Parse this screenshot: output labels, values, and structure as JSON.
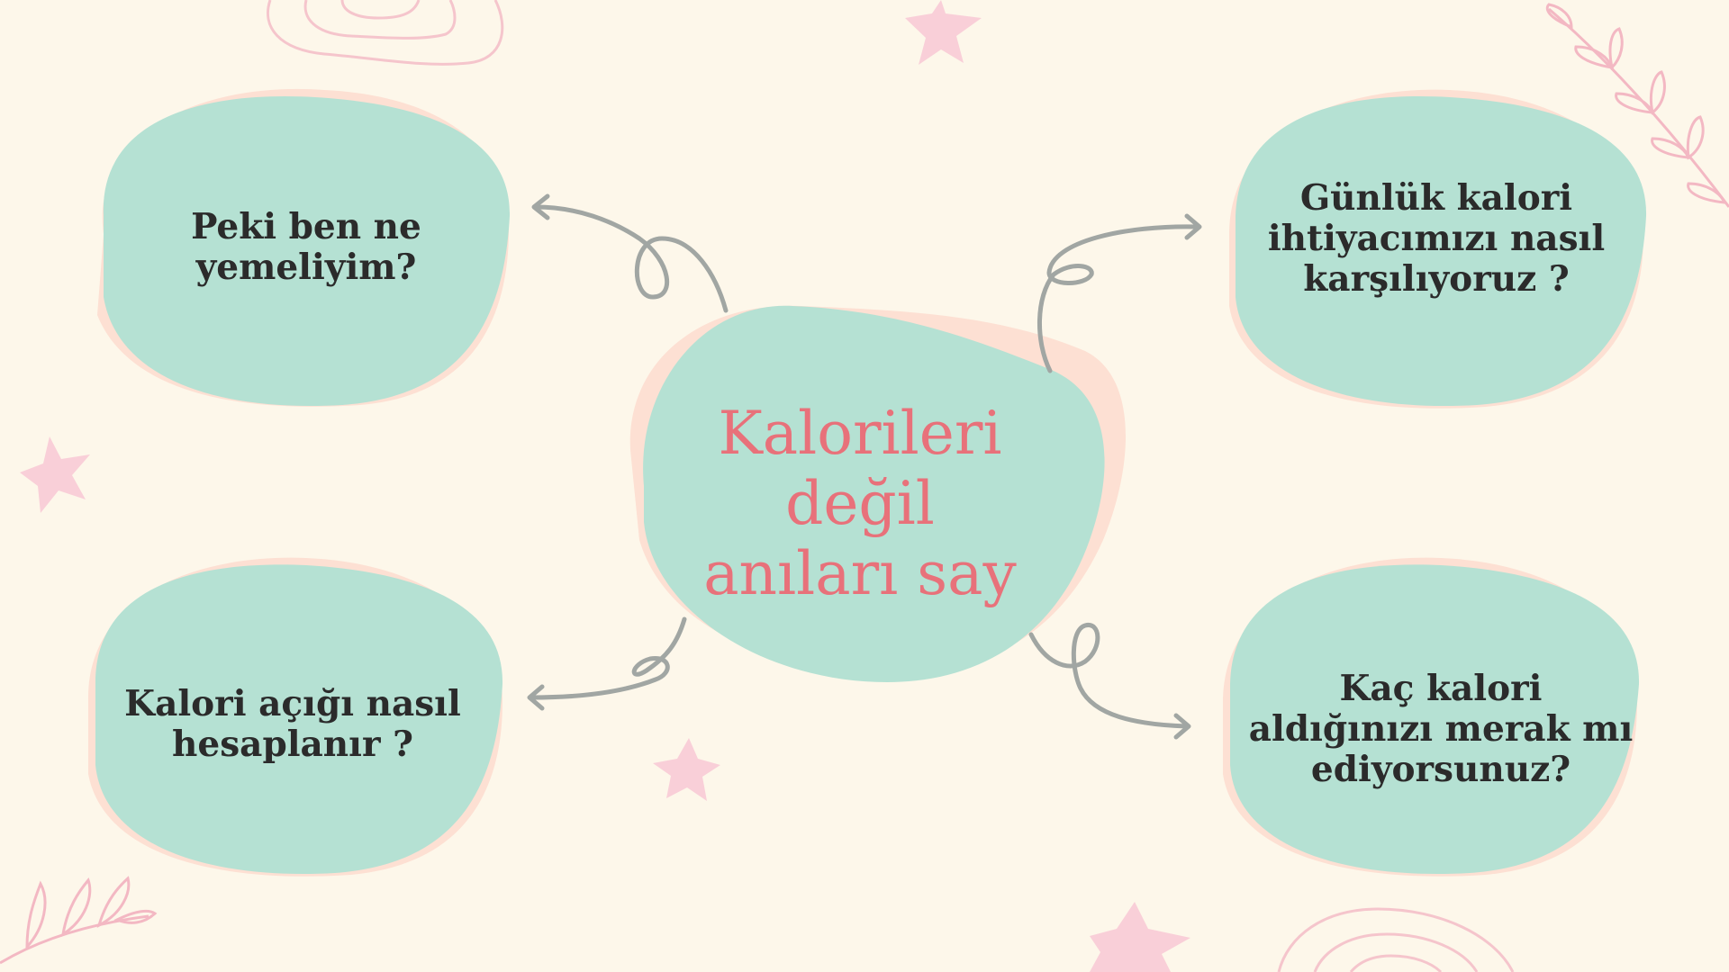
{
  "center_topic": {
    "text": "Kalorileri\ndeğil\nanıları say"
  },
  "nodes": {
    "top_left": "Peki ben ne\nyemeliyim?",
    "top_right": "Günlük kalori\nihtiyacımızı nasıl\nkarşılıyoruz ?",
    "bottom_left": "Kalori açığı nasıl\nhesaplanır ?",
    "bottom_right": "Kaç kalori\naldığınızı merak mı\nediyorsunuz?"
  },
  "colors": {
    "background": "#fdf7ea",
    "blob_fill": "#b5e1d3",
    "blob_shadow": "#fde0d3",
    "center_text": "#e8717a",
    "node_text": "#2b2b2b",
    "arrow": "#a1a6a3",
    "decor_pink": "#f9cfd8"
  },
  "icons": [
    "star-icon",
    "leaf-branch-icon",
    "swirl-icon",
    "arrow-icon"
  ]
}
